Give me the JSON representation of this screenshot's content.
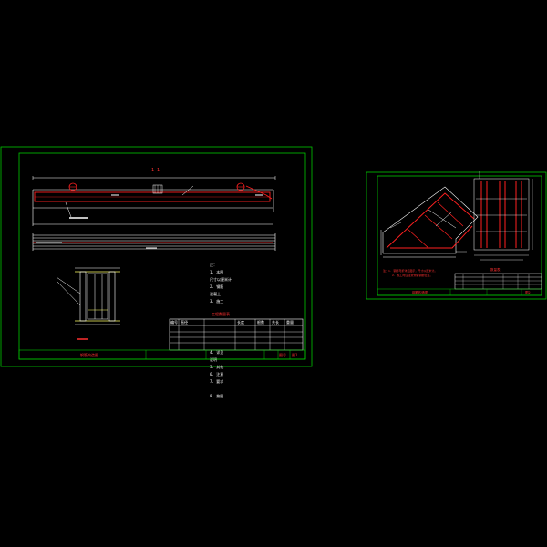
{
  "colors": {
    "background": "#000000",
    "frame": "#00c800",
    "line": "#ffffff",
    "rebar": "#ff2020",
    "text_red": "#ff3030",
    "yellow": "#ffff66"
  },
  "sheet1": {
    "elevation_tag": "1—1",
    "notes_lines": [
      "注：",
      "1. 本图",
      "尺寸以厘米计",
      "2. 钢筋",
      "混凝土",
      "3. 施工",
      "4. 详见",
      "说明",
      "5. 其他",
      "6. 注意",
      "7. 要求",
      "8. 按图"
    ],
    "table_title": "工程数量表",
    "table_headers": [
      "编号",
      "直径",
      "长度",
      "根数",
      "共长",
      "重量"
    ],
    "title_block": {
      "drawing_name": "钢筋构造图",
      "sheet_label": "图号",
      "sheet_no": "图1"
    }
  },
  "sheet2": {
    "note_lines": [
      "注：1. 钢筋弯折详见图示，尺寸以厘米计。",
      "2. 施工时应注意预留钢筋位置。"
    ],
    "table_title": "数量表",
    "title_block": {
      "drawing_name": "钢筋构造图",
      "sheet_no": "图2"
    }
  },
  "icons": [
    "section-cut-symbol",
    "dimension-arrow"
  ]
}
